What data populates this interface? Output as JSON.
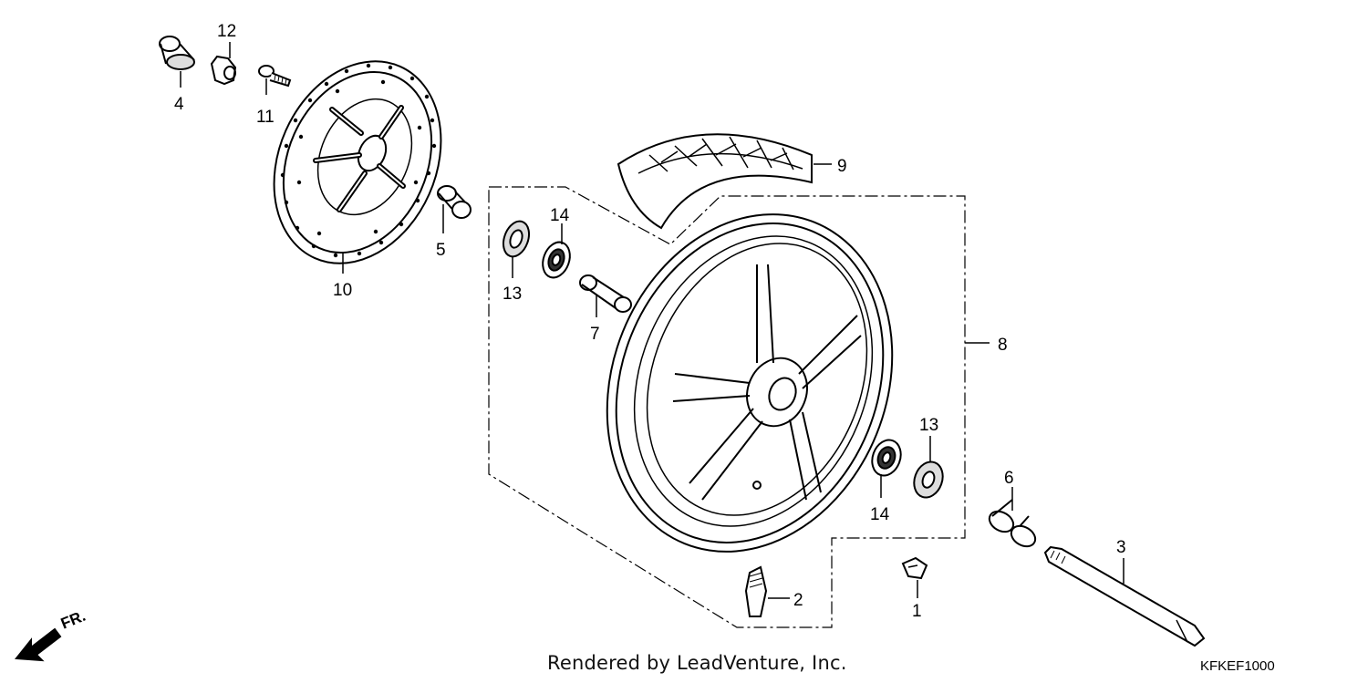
{
  "callouts": [
    {
      "id": "1",
      "label": "1"
    },
    {
      "id": "2",
      "label": "2"
    },
    {
      "id": "3",
      "label": "3"
    },
    {
      "id": "4",
      "label": "4"
    },
    {
      "id": "5",
      "label": "5"
    },
    {
      "id": "6",
      "label": "6"
    },
    {
      "id": "7",
      "label": "7"
    },
    {
      "id": "8",
      "label": "8"
    },
    {
      "id": "9",
      "label": "9"
    },
    {
      "id": "10",
      "label": "10"
    },
    {
      "id": "11",
      "label": "11"
    },
    {
      "id": "12",
      "label": "12"
    },
    {
      "id": "13a",
      "label": "13"
    },
    {
      "id": "13b",
      "label": "13"
    },
    {
      "id": "14a",
      "label": "14"
    },
    {
      "id": "14b",
      "label": "14"
    }
  ],
  "direction_label": "FR.",
  "footer": "Rendered by LeadVenture, Inc.",
  "diagram_code": "KFKEF1000"
}
